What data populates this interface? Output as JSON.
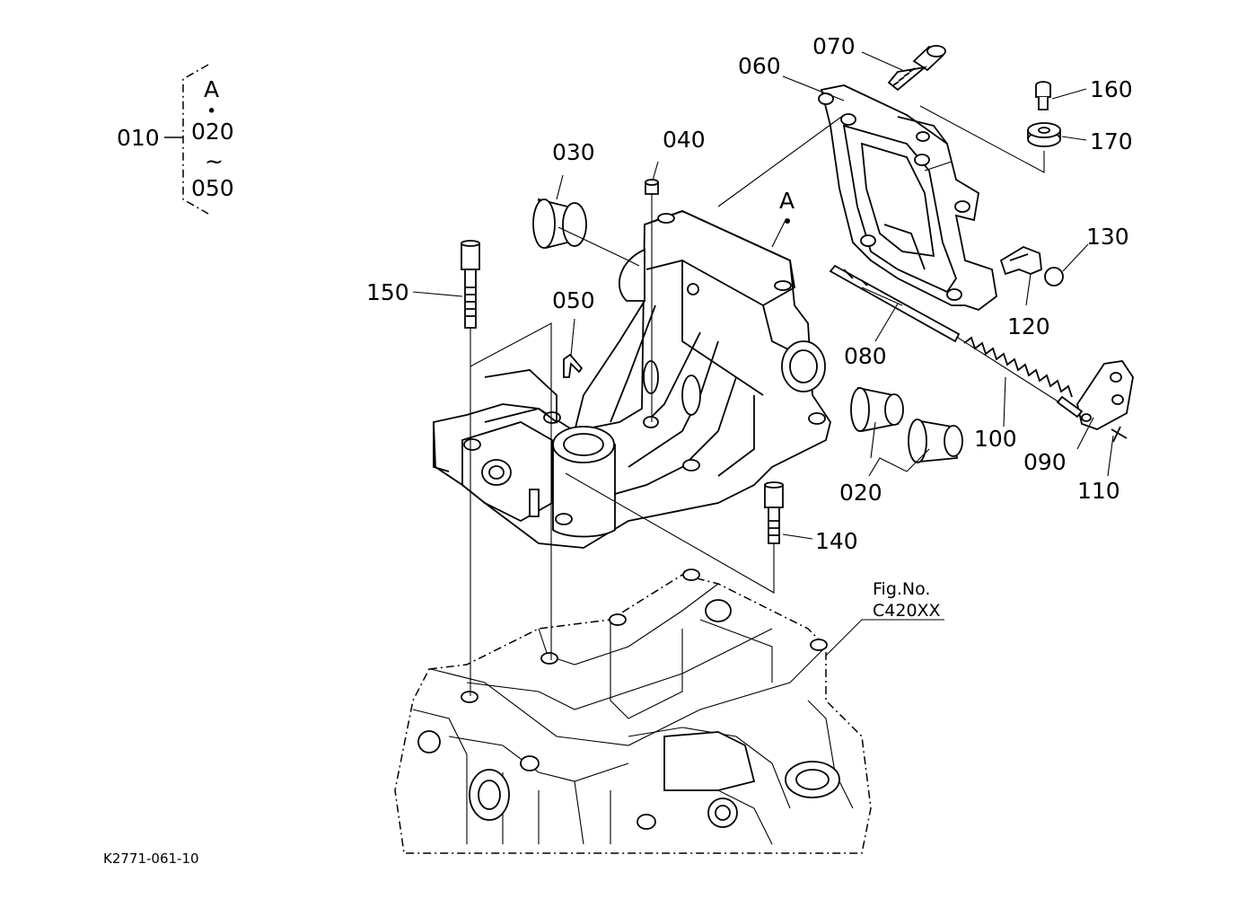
{
  "group": {
    "main_ref": "010",
    "line1": "A",
    "dot": "•",
    "line2": "020",
    "tilde": "~",
    "line3": "050"
  },
  "parts": {
    "p020": "020",
    "p030": "030",
    "p040": "040",
    "p050": "050",
    "p060": "060",
    "p070": "070",
    "p080": "080",
    "p090": "090",
    "p100": "100",
    "p110": "110",
    "p120": "120",
    "p130": "130",
    "p140": "140",
    "p150": "150",
    "p160": "160",
    "p170": "170"
  },
  "point_a": "A",
  "figure_ref": {
    "line1": "Fig.No.",
    "line2": "C420XX"
  },
  "drawing_code": "K2771-061-10"
}
